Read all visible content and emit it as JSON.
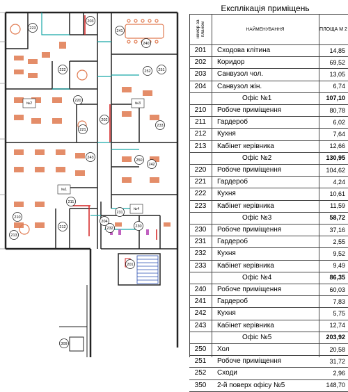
{
  "legend": {
    "title": "Експлікація приміщень",
    "col_num": "номер за планом",
    "col_name": "НАЙМЕНУВАННЯ",
    "col_area": "ПЛОЩА М 2",
    "rows": [
      {
        "num": "201",
        "name": "Сходова клітина",
        "area": "14,85",
        "office": false
      },
      {
        "num": "202",
        "name": "Коридор",
        "area": "69,52",
        "office": false
      },
      {
        "num": "203",
        "name": "Санвузол чол.",
        "area": "13,05",
        "office": false
      },
      {
        "num": "204",
        "name": "Санвузол жін.",
        "area": "6,74",
        "office": false
      },
      {
        "num": "",
        "name": "Офіс №1",
        "area": "107,10",
        "office": true
      },
      {
        "num": "210",
        "name": "Робоче приміщення",
        "area": "80,78",
        "office": false
      },
      {
        "num": "211",
        "name": "Гардероб",
        "area": "6,02",
        "office": false
      },
      {
        "num": "212",
        "name": "Кухня",
        "area": "7,64",
        "office": false
      },
      {
        "num": "213",
        "name": "Кабінет керівника",
        "area": "12,66",
        "office": false
      },
      {
        "num": "",
        "name": "Офіс №2",
        "area": "130,95",
        "office": true
      },
      {
        "num": "220",
        "name": "Робоче приміщення",
        "area": "104,62",
        "office": false
      },
      {
        "num": "221",
        "name": "Гардероб",
        "area": "4,24",
        "office": false
      },
      {
        "num": "222",
        "name": "Кухня",
        "area": "10,61",
        "office": false
      },
      {
        "num": "223",
        "name": "Кабінет керівника",
        "area": "11,59",
        "office": false
      },
      {
        "num": "",
        "name": "Офіс №3",
        "area": "58,72",
        "office": true
      },
      {
        "num": "230",
        "name": "Робоче приміщення",
        "area": "37,16",
        "office": false
      },
      {
        "num": "231",
        "name": "Гардероб",
        "area": "2,55",
        "office": false
      },
      {
        "num": "232",
        "name": "Кухня",
        "area": "9,52",
        "office": false
      },
      {
        "num": "233",
        "name": "Кабінет керівника",
        "area": "9,49",
        "office": false
      },
      {
        "num": "",
        "name": "Офіс №4",
        "area": "86,35",
        "office": true
      },
      {
        "num": "240",
        "name": "Робоче приміщення",
        "area": "60,03",
        "office": false
      },
      {
        "num": "241",
        "name": "Гардероб",
        "area": "7,83",
        "office": false
      },
      {
        "num": "242",
        "name": "Кухня",
        "area": "5,75",
        "office": false
      },
      {
        "num": "243",
        "name": "Кабінет керівника",
        "area": "12,74",
        "office": false
      },
      {
        "num": "",
        "name": "Офіс №5",
        "area": "203,92",
        "office": true
      },
      {
        "num": "250",
        "name": "Хол",
        "area": "20,58",
        "office": false
      },
      {
        "num": "251",
        "name": "Робоче приміщення",
        "area": "31,72",
        "office": false
      },
      {
        "num": "252",
        "name": "Сходи",
        "area": "2,96",
        "office": false
      },
      {
        "num": "350",
        "name": "2-й поверх офісу №5",
        "area": "148,70",
        "office": false
      }
    ]
  },
  "plan": {
    "room_labels": [
      {
        "id": "r201",
        "text": "201"
      },
      {
        "id": "r202",
        "text": "202"
      },
      {
        "id": "r203",
        "text": "203"
      },
      {
        "id": "r204",
        "text": "204"
      },
      {
        "id": "r210",
        "text": "210"
      },
      {
        "id": "r211",
        "text": "211"
      },
      {
        "id": "r212",
        "text": "212"
      },
      {
        "id": "r213",
        "text": "213"
      },
      {
        "id": "r220",
        "text": "220"
      },
      {
        "id": "r221",
        "text": "221"
      },
      {
        "id": "r222",
        "text": "222"
      },
      {
        "id": "r223",
        "text": "223"
      },
      {
        "id": "r230",
        "text": "230"
      },
      {
        "id": "r231",
        "text": "231"
      },
      {
        "id": "r232",
        "text": "232"
      },
      {
        "id": "r233",
        "text": "233"
      },
      {
        "id": "r240",
        "text": "240"
      },
      {
        "id": "r241",
        "text": "241"
      },
      {
        "id": "r242",
        "text": "242"
      },
      {
        "id": "r243",
        "text": "243"
      },
      {
        "id": "r250",
        "text": "250"
      },
      {
        "id": "r251",
        "text": "251"
      },
      {
        "id": "r252",
        "text": "252"
      },
      {
        "id": "r309",
        "text": "309"
      }
    ],
    "office_tags": [
      {
        "id": "o1",
        "text": "№1"
      },
      {
        "id": "o2",
        "text": "№2"
      },
      {
        "id": "o3",
        "text": "№3"
      },
      {
        "id": "o4",
        "text": "№4"
      }
    ],
    "colors": {
      "wall": "#222222",
      "glass": "#18a8a8",
      "furniture": "#e07a50",
      "door_red": "#d42020",
      "stair": "#2a4fb0"
    }
  }
}
